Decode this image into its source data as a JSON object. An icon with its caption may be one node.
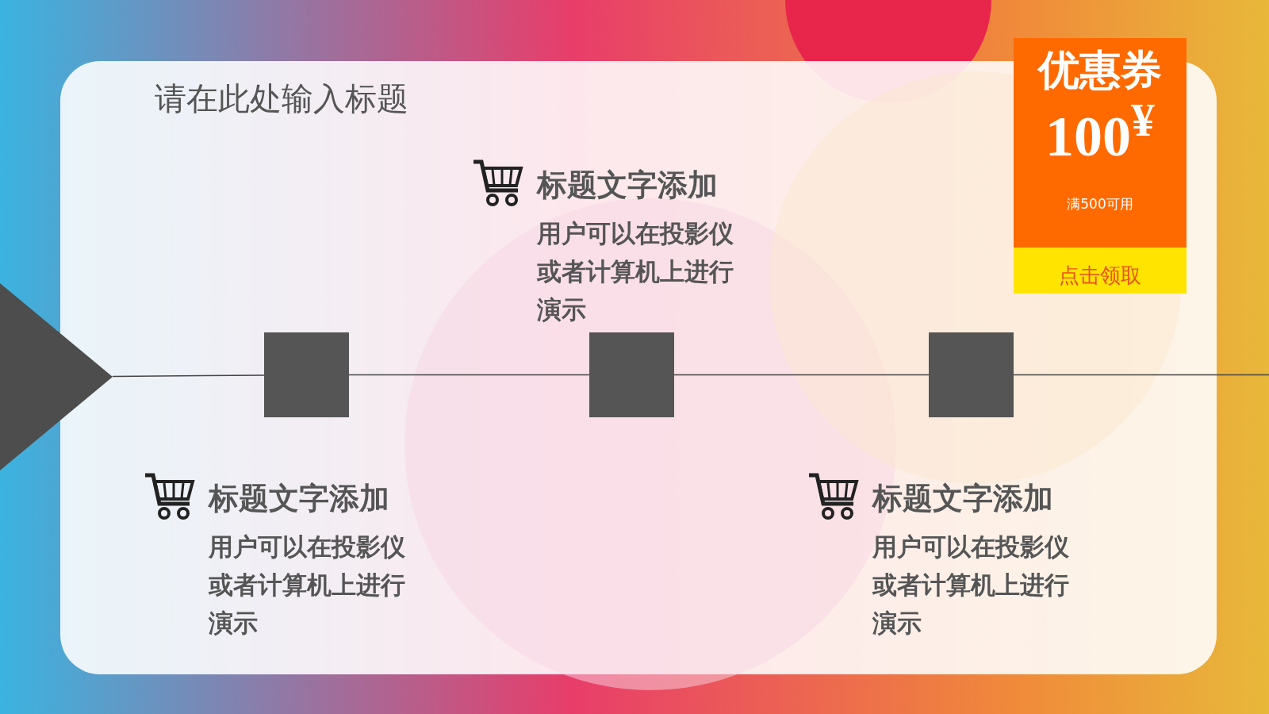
{
  "diagram": {
    "title": "请在此处输入标题",
    "nodes": [
      {
        "text": [],
        "shape": "triangle"
      },
      {
        "text": [],
        "shape": "box",
        "beside": [
          "标题文字添加",
          "用户可以在投影仪或者计算机上进行演示"
        ]
      },
      {
        "text": [],
        "shape": "box",
        "beside": [
          "标题文字添加",
          "用户可以在投影仪或者计算机上进行演示"
        ]
      },
      {
        "text": [],
        "shape": "box",
        "beside": [
          "标题文字添加",
          "用户可以在投影仪或者计算机上进行演示"
        ]
      },
      {
        "text": [
          "优惠券",
          "100$^{¥}$",
          "满500可用",
          "点击领取"
        ]
      }
    ],
    "edges": [
      {
        "from": 0,
        "to": 1,
        "arrow": "none"
      },
      {
        "from": 1,
        "to": 2,
        "arrow": "none"
      },
      {
        "from": 2,
        "to": 3,
        "arrow": "none"
      },
      {
        "from": 3,
        "to": null,
        "arrow": "none"
      }
    ]
  }
}
